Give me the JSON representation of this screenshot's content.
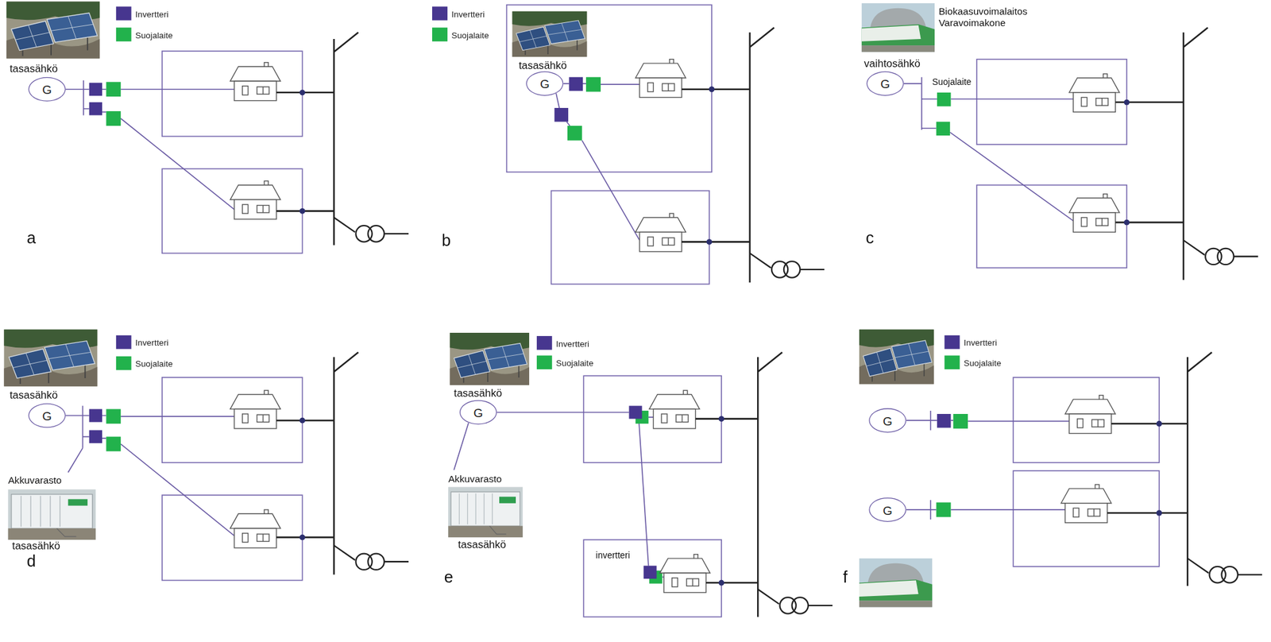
{
  "diagram": {
    "nodes": [
      {
        "text": [
          "G"
        ]
      },
      {
        "text": [
          "G"
        ]
      },
      {
        "text": [
          "G"
        ]
      },
      {
        "text": [
          "G"
        ]
      },
      {
        "text": [
          "G"
        ]
      },
      {
        "text": [
          "G"
        ]
      },
      {
        "text": [
          "G"
        ]
      }
    ],
    "labels": [
      "tasasähkö",
      "a",
      "tasasähkö",
      "b",
      "Biokaasuvoimalaitos Varavoimakone",
      "vaihtosähkö",
      "Suojalaite",
      "c",
      "tasasähkö",
      "Akkuvarasto",
      "tasasähkö",
      "d",
      "tasasähkö",
      "Akkuvarasto",
      "tasasähkö",
      "invertteri",
      "e",
      "f"
    ],
    "legend": [
      {
        "text": "Invertteri",
        "color": "#47368f"
      },
      {
        "text": "Suojalaite",
        "color": "#22b24c"
      },
      {
        "text": "Invertteri",
        "color": "#47368f"
      },
      {
        "text": "Suojalaite",
        "color": "#22b24c"
      },
      {
        "text": "Invertteri",
        "color": "#47368f"
      },
      {
        "text": "Suojalaite",
        "color": "#22b24c"
      },
      {
        "text": "Invertteri",
        "color": "#47368f"
      },
      {
        "text": "Suojalaite",
        "color": "#22b24c"
      },
      {
        "text": "Invertteri",
        "color": "#47368f"
      },
      {
        "text": "Suojalaite",
        "color": "#22b24c"
      }
    ]
  }
}
